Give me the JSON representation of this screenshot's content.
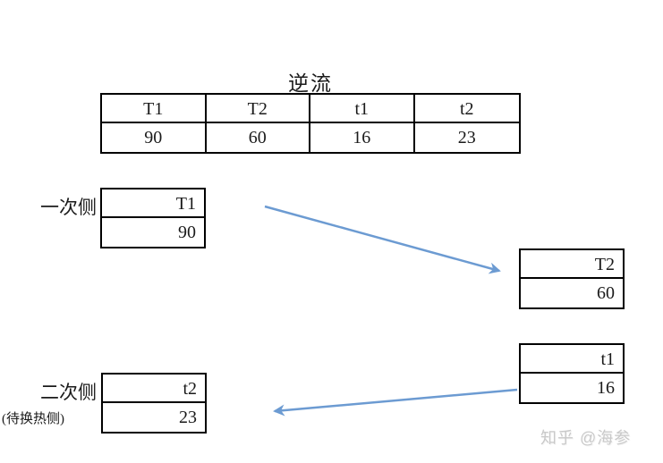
{
  "main_table": {
    "title": "逆流",
    "headers": [
      "T1",
      "T2",
      "t1",
      "t2"
    ],
    "values": [
      "90",
      "60",
      "16",
      "23"
    ]
  },
  "labels": {
    "primary_side": "一次侧",
    "secondary_side": "二次侧",
    "secondary_note": "(待换热侧)"
  },
  "boxes": {
    "primary": {
      "label": "T1",
      "value": "90"
    },
    "t2": {
      "label": "T2",
      "value": "60"
    },
    "t1": {
      "label": "t1",
      "value": "16"
    },
    "secondary": {
      "label": "t2",
      "value": "23"
    }
  },
  "colors": {
    "arrow": "#6c9bd2",
    "border": "#000000",
    "watermark": "#c9c9c9"
  },
  "watermark": "知乎 @海参"
}
